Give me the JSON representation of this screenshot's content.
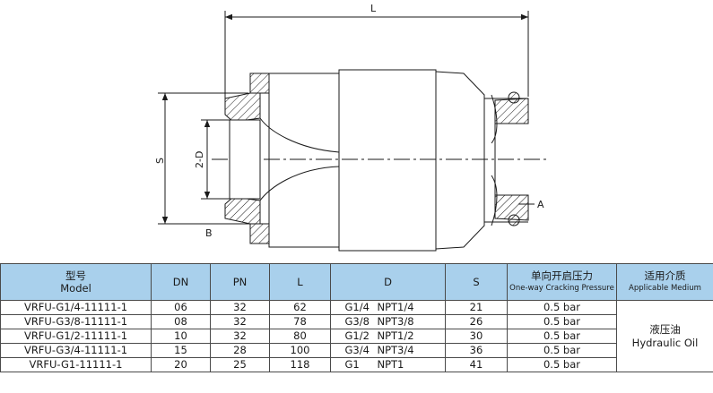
{
  "drawing": {
    "labels": {
      "length": "L",
      "thread_size": "S",
      "bore": "2-D",
      "mark_a": "A",
      "mark_b": "B"
    },
    "line_color": "#1a1a1a",
    "hatch_color": "#1a1a1a"
  },
  "table": {
    "header_bg": "#a9d0ec",
    "headers": {
      "model_zh": "型号",
      "model_en": "Model",
      "dn": "DN",
      "pn": "PN",
      "l": "L",
      "d": "D",
      "s": "S",
      "pressure_zh": "单向开启压力",
      "pressure_en": "One-way Cracking Pressure",
      "medium_zh": "适用介质",
      "medium_en": "Applicable Medium"
    },
    "rows": [
      {
        "model": "VRFU-G1/4-11111-1",
        "dn": "06",
        "pn": "32",
        "l": "62",
        "d1": "G1/4",
        "d2": "NPT1/4",
        "s": "21",
        "pressure": "0.5 bar"
      },
      {
        "model": "VRFU-G3/8-11111-1",
        "dn": "08",
        "pn": "32",
        "l": "78",
        "d1": "G3/8",
        "d2": "NPT3/8",
        "s": "26",
        "pressure": "0.5 bar"
      },
      {
        "model": "VRFU-G1/2-11111-1",
        "dn": "10",
        "pn": "32",
        "l": "80",
        "d1": "G1/2",
        "d2": "NPT1/2",
        "s": "30",
        "pressure": "0.5 bar"
      },
      {
        "model": "VRFU-G3/4-11111-1",
        "dn": "15",
        "pn": "28",
        "l": "100",
        "d1": "G3/4",
        "d2": "NPT3/4",
        "s": "36",
        "pressure": "0.5 bar"
      },
      {
        "model": "VRFU-G1-11111-1",
        "dn": "20",
        "pn": "25",
        "l": "118",
        "d1": "G1",
        "d2": "NPT1",
        "s": "41",
        "pressure": "0.5 bar"
      }
    ],
    "medium_zh": "液压油",
    "medium_en": "Hydraulic Oil"
  }
}
